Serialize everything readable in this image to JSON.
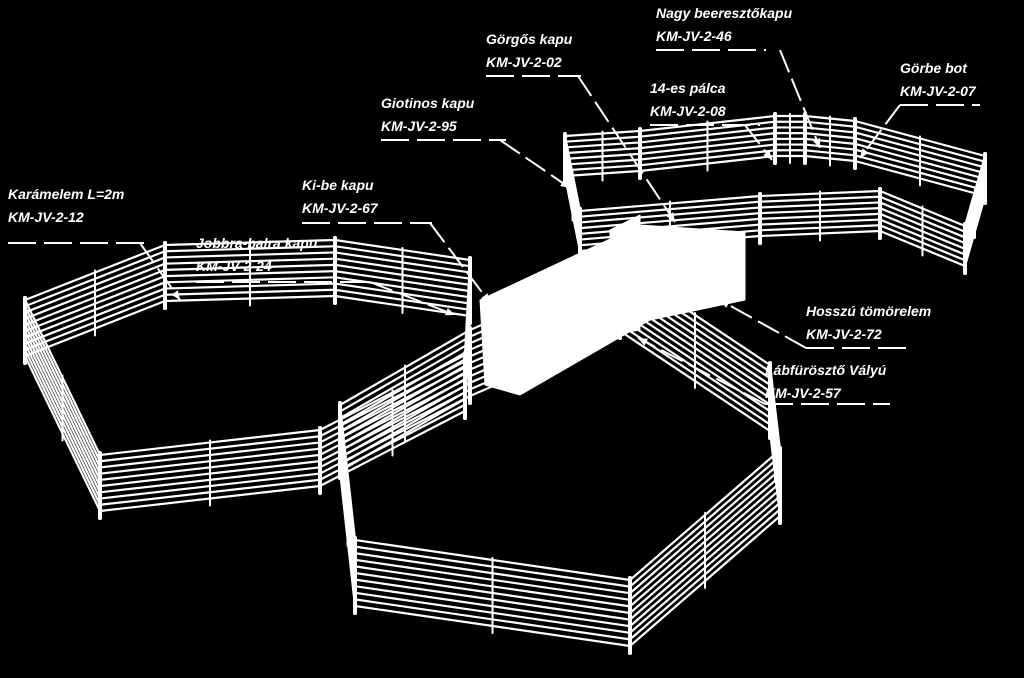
{
  "labels": [
    {
      "id": "karamelem",
      "name": "Karámelem L=2m",
      "code": "KM-JV-2-12"
    },
    {
      "id": "jobbra_balra",
      "name": "Jobbra-balra kapu",
      "code": "KM-JV-2-24"
    },
    {
      "id": "ki_be",
      "name": "Ki-be kapu",
      "code": "KM-JV-2-67"
    },
    {
      "id": "giotinos",
      "name": "Giotinos kapu",
      "code": "KM-JV-2-95"
    },
    {
      "id": "gorgos",
      "name": "Görgős kapu",
      "code": "KM-JV-2-02"
    },
    {
      "id": "nagy_beereszto",
      "name": "Nagy beeresztőkapu",
      "code": "KM-JV-2-46"
    },
    {
      "id": "palca",
      "name": "14-es pálca",
      "code": "KM-JV-2-08"
    },
    {
      "id": "gorbe_bot",
      "name": "Görbe bot",
      "code": "KM-JV-2-07"
    },
    {
      "id": "hosszu",
      "name": "Hosszú tömörelem",
      "code": "KM-JV-2-72"
    },
    {
      "id": "labfuroszto",
      "name": "Lábfürösztő Vályú",
      "code": "KM-JV-2-57"
    }
  ],
  "colors": {
    "background": "#000000",
    "foreground": "#ffffff"
  }
}
